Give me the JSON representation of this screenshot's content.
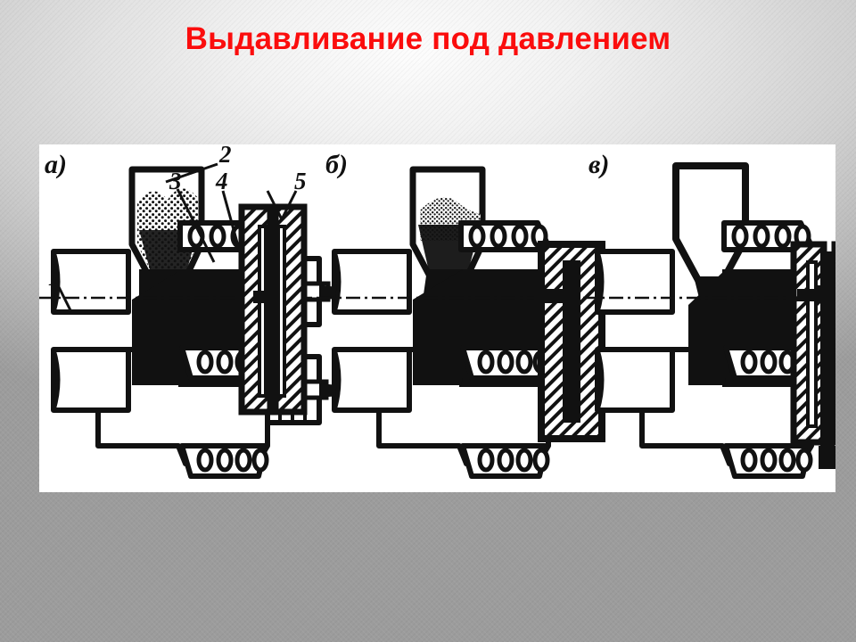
{
  "slide": {
    "title": "Выдавливание под давлением",
    "title_color": "#fb0d0d",
    "background": {
      "type": "radial-gradient-gray",
      "light": "#fdfdfd",
      "dark": "#9c9c9c"
    }
  },
  "figure": {
    "background_color": "#ffffff",
    "ink_color": "#111111",
    "description": "Scanned black-and-white technical cross-section drawing of an injection moulding (pressure extrusion) machine shown in three successive stages",
    "panels": [
      {
        "key": "a",
        "label": "а)",
        "stage": "hopper full, mould open, plunger retracted",
        "hopper_fill": "full",
        "mould_state": "open"
      },
      {
        "key": "b",
        "label": "б)",
        "stage": "injection, mould closed and filled",
        "hopper_fill": "partial",
        "mould_state": "closed-filled"
      },
      {
        "key": "v",
        "label": "в)",
        "stage": "mould opened, part ejected",
        "hopper_fill": "empty",
        "mould_state": "open-ejecting"
      }
    ],
    "callouts": [
      {
        "id": "1",
        "label": "1",
        "target": "plunger / ram"
      },
      {
        "id": "2",
        "label": "2",
        "target": "hopper with granulate"
      },
      {
        "id": "3",
        "label": "3",
        "target": "heating cylinder"
      },
      {
        "id": "4",
        "label": "4",
        "target": "nozzle"
      },
      {
        "id": "5",
        "label": "5",
        "target": "mould halves"
      }
    ]
  }
}
